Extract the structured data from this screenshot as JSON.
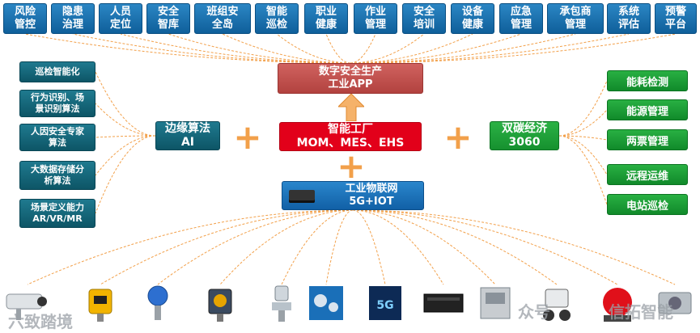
{
  "top_modules": [
    "风险\n管控",
    "隐患\n治理",
    "人员\n定位",
    "安全\n智库",
    "班组安\n全岛",
    "智能\n巡检",
    "职业\n健康",
    "作业\n管理",
    "安全\n培训",
    "设备\n健康",
    "应急\n管理",
    "承包商\n管理",
    "系统\n评估",
    "预警\n平台"
  ],
  "center": {
    "app_line1": "数字安全生产",
    "app_line2": "工业APP",
    "factory_line1": "智能工厂",
    "factory_line2": "MOM、MES、EHS",
    "iot_line1": "工业物联网",
    "iot_line2": "5G+IOT"
  },
  "edge": {
    "line1": "边缘算法",
    "line2": "AI"
  },
  "carbon": {
    "line1": "双碳经济",
    "line2": "3060"
  },
  "left_items": [
    "巡检智能化",
    "行为识别、场\n景识别算法",
    "人因安全专家\n算法",
    "大数据存储分\n析算法",
    "场景定义能力\nAR/VR/MR"
  ],
  "right_items": [
    "能耗检测",
    "能源管理",
    "两票管理",
    "远程运维",
    "电站巡检"
  ],
  "plus_symbol": "+",
  "device_labels": [
    "5G"
  ],
  "watermark_left": "六致踏境",
  "watermark_mid": "众号",
  "watermark_right": "信拓智能",
  "colors": {
    "top_blue": "#1a73b5",
    "app_red": "#c0504d",
    "factory_red": "#e2001a",
    "iot_blue": "#1a6fb8",
    "edge_green": "#1f7a8f",
    "carbon_green": "#22a83a",
    "plus_orange": "#f2a04a",
    "connector_orange": "#f2a04a"
  }
}
